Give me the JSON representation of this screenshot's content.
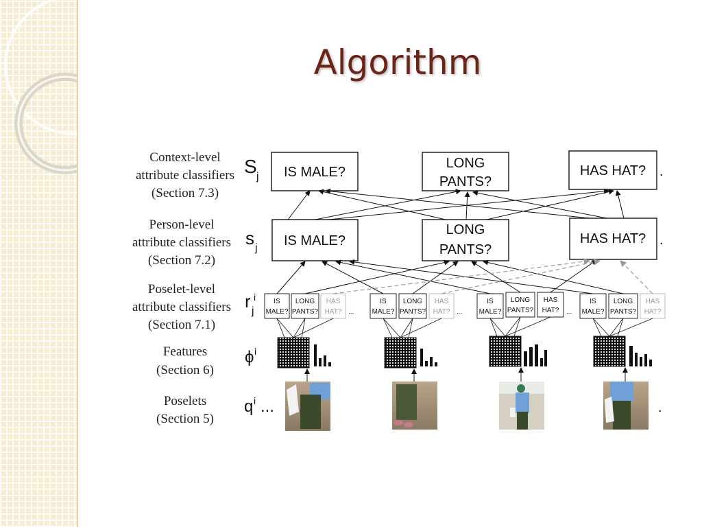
{
  "slide": {
    "title": "Algorithm"
  },
  "diagram": {
    "levels": [
      {
        "name": "context",
        "lines": [
          "Context-level",
          "attribute classifiers",
          "(Section 7.3)"
        ],
        "symbol": "S",
        "subscript": "j",
        "superscript": ""
      },
      {
        "name": "person",
        "lines": [
          "Person-level",
          "attribute classifiers",
          "(Section 7.2)"
        ],
        "symbol": "s",
        "subscript": "j",
        "superscript": ""
      },
      {
        "name": "poselet",
        "lines": [
          "Poselet-level",
          "attribute classifiers",
          "(Section 7.1)"
        ],
        "symbol": "r",
        "subscript": "j",
        "superscript": "i"
      },
      {
        "name": "features",
        "lines": [
          "Features",
          "(Section 6)"
        ],
        "symbol": "ϕ",
        "subscript": "",
        "superscript": "i"
      },
      {
        "name": "poselets",
        "lines": [
          "Poselets",
          "(Section 5)"
        ],
        "symbol": "q",
        "subscript": "",
        "superscript": "i"
      }
    ],
    "classifiers": {
      "is_male": [
        "IS MALE?"
      ],
      "long_pants": [
        "LONG",
        "PANTS?"
      ],
      "has_hat": [
        "HAS HAT?"
      ]
    },
    "poselet_classifiers": {
      "is_male": [
        "IS",
        "MALE?"
      ],
      "long_pants": [
        "LONG",
        "PANTS?"
      ],
      "has_hat": [
        "HAS",
        "HAT?"
      ]
    },
    "ellipsis": "...",
    "dot": ".",
    "colors": {
      "title": "#6b2416",
      "sidebar": "#f6eccf",
      "lines": "#111111",
      "dashed": "#999999"
    }
  }
}
